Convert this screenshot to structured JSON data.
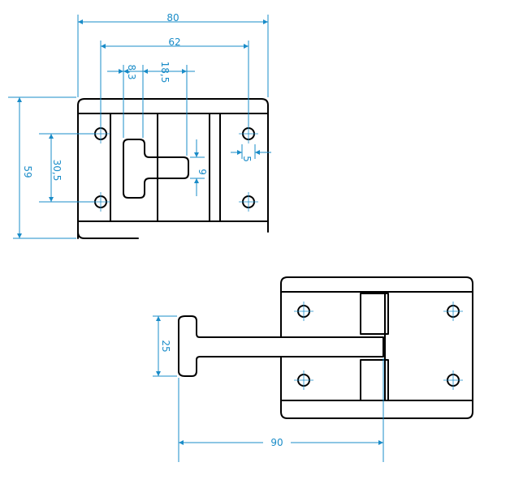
{
  "colors": {
    "dimension": "#1a8cc8",
    "outline": "#000000",
    "background": "#ffffff"
  },
  "top_view": {
    "dimensions": {
      "overall_width": "80",
      "hole_spacing_x": "62",
      "slot_offset": "8,3",
      "slot_width": "18,5",
      "overall_height": "59",
      "hole_spacing_y": "30,5",
      "catch_gap": "9",
      "edge_offset": "5"
    }
  },
  "side_view": {
    "dimensions": {
      "handle_height": "25",
      "extension_length": "90"
    }
  }
}
